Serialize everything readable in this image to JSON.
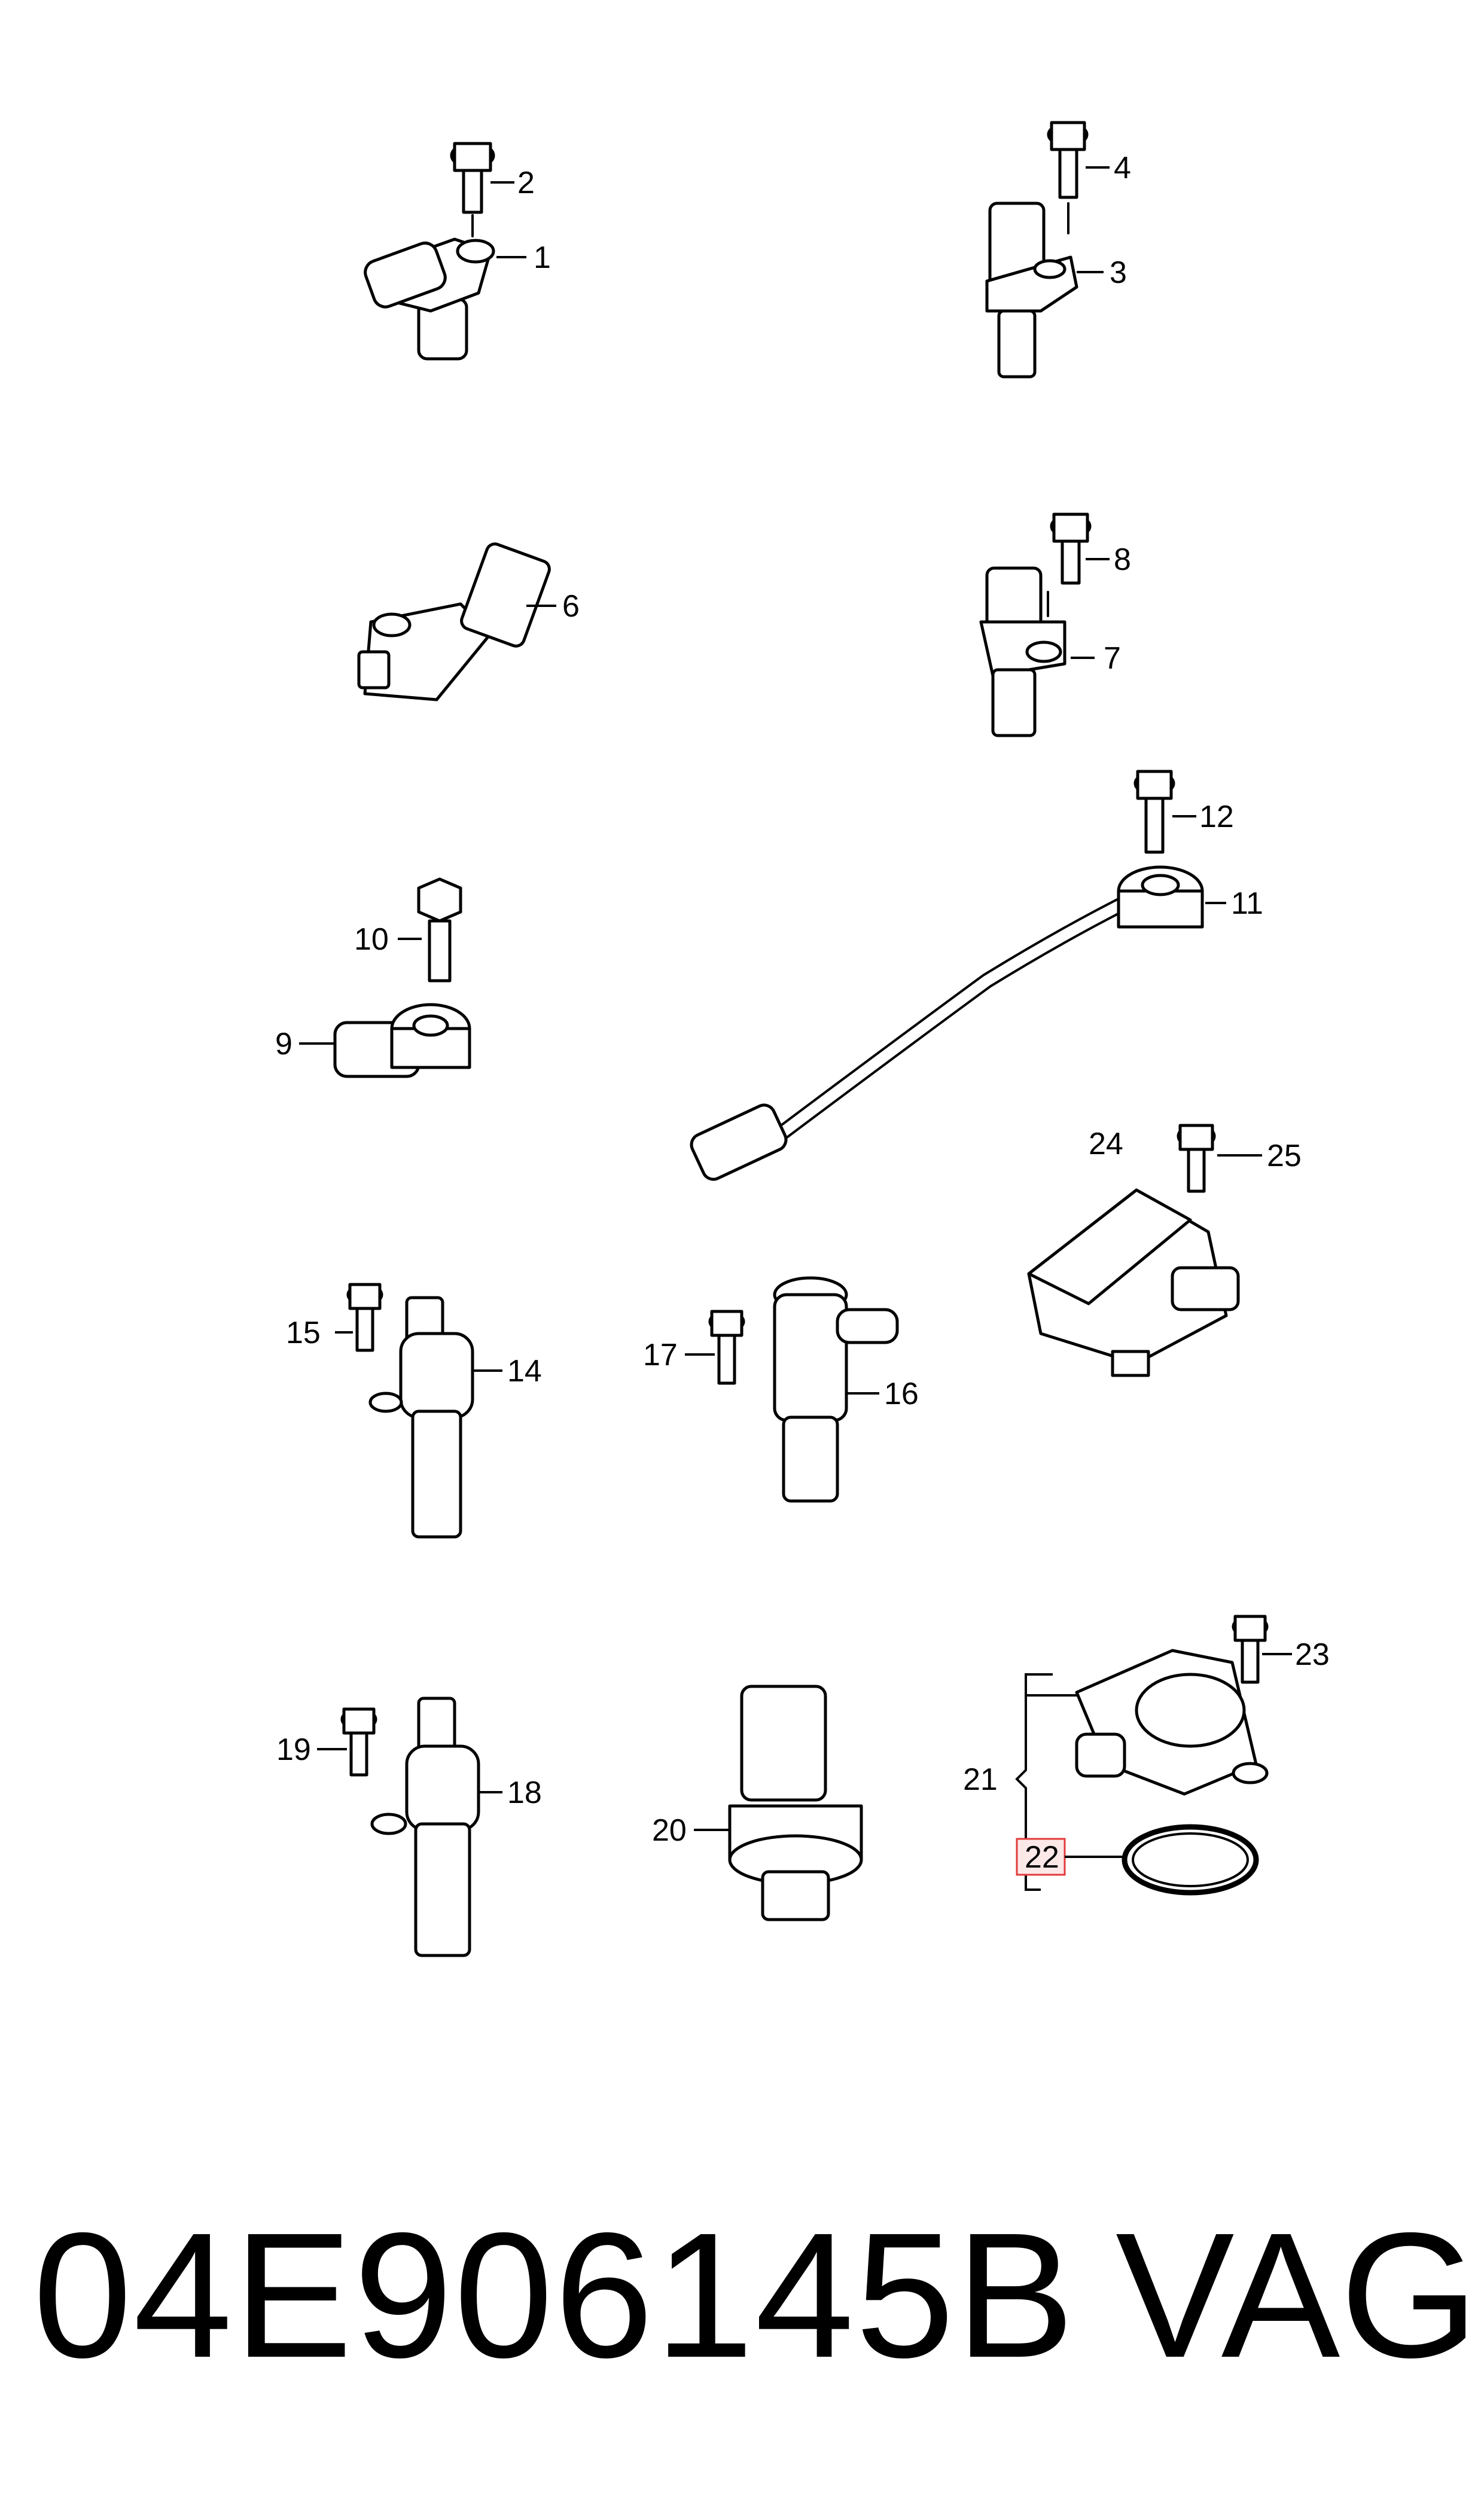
{
  "callouts": {
    "c1": "1",
    "c2": "2",
    "c3": "3",
    "c4": "4",
    "c6": "6",
    "c7": "7",
    "c8": "8",
    "c9": "9",
    "c10": "10",
    "c11": "11",
    "c12": "12",
    "c14": "14",
    "c15": "15",
    "c16": "16",
    "c17": "17",
    "c18": "18",
    "c19": "19",
    "c20": "20",
    "c21": "21",
    "c22": "22",
    "c23": "23",
    "c24": "24",
    "c25": "25"
  },
  "highlight_color": "#e23b3b",
  "footer": {
    "part_number": "04E906145B",
    "brand": "VAG"
  }
}
